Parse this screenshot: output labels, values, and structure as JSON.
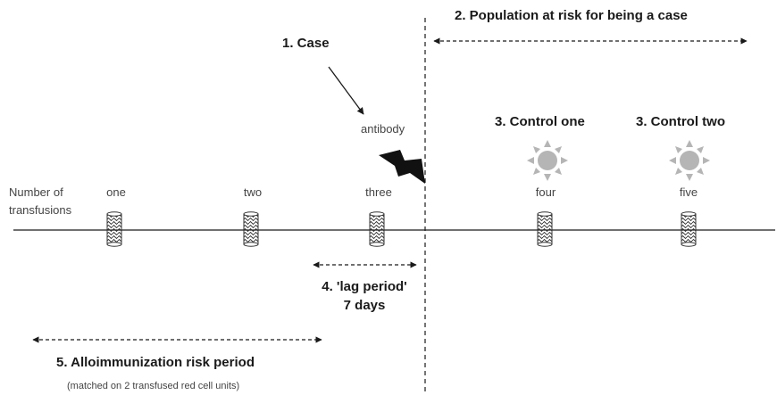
{
  "axis": {
    "label_line1": "Number of",
    "label_line2": "transfusions"
  },
  "transfusions": [
    "one",
    "two",
    "three",
    "four",
    "five"
  ],
  "annotations": {
    "case": "1. Case",
    "antibody": "antibody",
    "population": "2. Population at risk for being a case",
    "control_one": "3. Control one",
    "control_two": "3. Control two",
    "lag_line1": "4. 'lag period'",
    "lag_line2": "7 days",
    "risk_period": "5. Alloimmunization risk period",
    "matched_note": "(matched on 2 transfused red cell units)"
  },
  "icons": {
    "transfusion": "blood-unit-icon",
    "antibody_event": "lightning-icon",
    "control": "sun-icon"
  },
  "colors": {
    "line": "#1a1a1a",
    "sun": "#b5b5b5",
    "lightning": "#111111"
  }
}
